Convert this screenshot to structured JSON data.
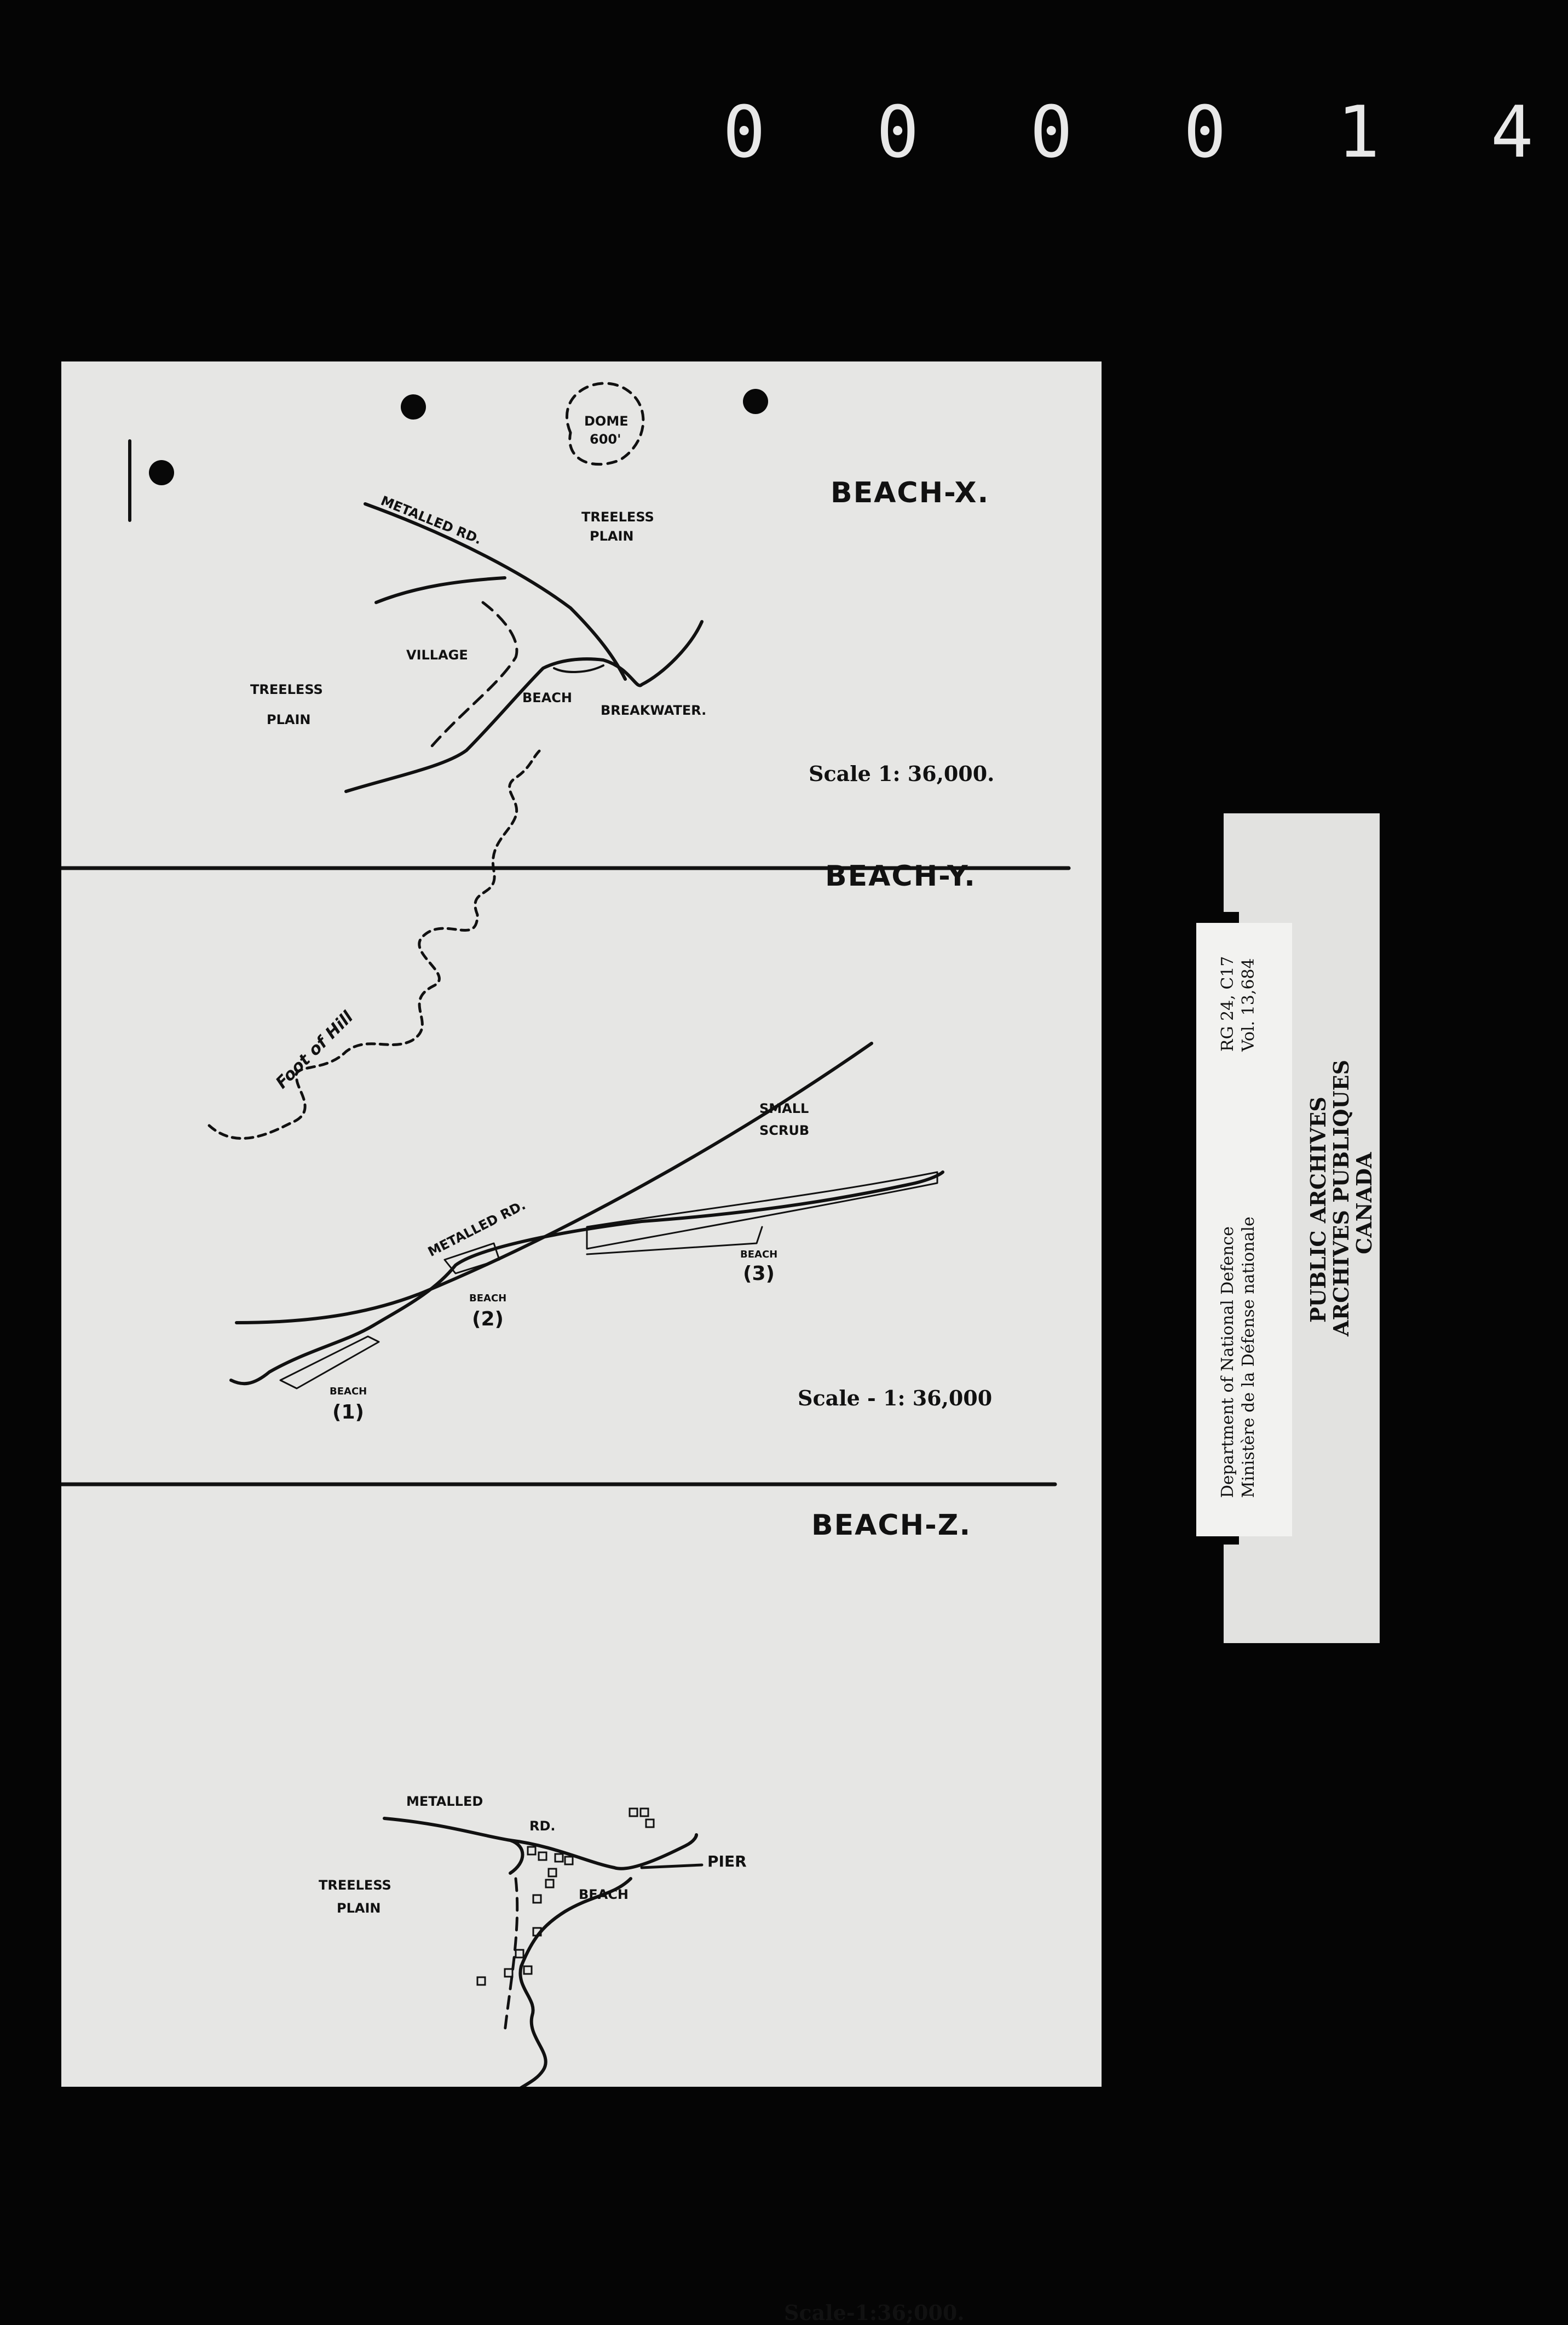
{
  "frame_number": "0 0 0 0 1 4",
  "maps": {
    "x": {
      "title": "BEACH-X.",
      "scale": "Scale 1: 36,000.",
      "labels": {
        "dome": "DOME",
        "dome_height": "600'",
        "metalled_rd": "METALLED RD.",
        "treeless_plain_ne_1": "TREELESS",
        "treeless_plain_ne_2": "PLAIN",
        "village": "VILLAGE",
        "treeless_plain_w_1": "TREELESS",
        "treeless_plain_w_2": "PLAIN",
        "beach": "BEACH",
        "breakwater": "BREAKWATER."
      }
    },
    "y": {
      "title": "BEACH-Y.",
      "scale": "Scale - 1: 36,000",
      "labels": {
        "foot_of_hill": "Foot of Hill",
        "small_scrub_1": "SMALL",
        "small_scrub_2": "SCRUB",
        "metalled_rd": "METALLED RD.",
        "beach_1": "BEACH",
        "beach_1_num": "(1)",
        "beach_2": "BEACH",
        "beach_2_num": "(2)",
        "beach_3": "BEACH",
        "beach_3_num": "(3)"
      }
    },
    "z": {
      "title": "BEACH-Z.",
      "scale": "Scale-1:36;000.",
      "labels": {
        "metalled_rd_1": "METALLED",
        "metalled_rd_2": "RD.",
        "pier": "PIER",
        "treeless_plain_1": "TREELESS",
        "treeless_plain_2": "PLAIN",
        "beach": "BEACH"
      }
    }
  },
  "archive_tab": {
    "ref_line_1": "RG 24, C17",
    "ref_line_2": "Vol. 13,684",
    "dept_line_1": "Department of National Defence",
    "dept_line_2": "Ministère de la Défense nationale",
    "archives_line_1": "PUBLIC ARCHIVES",
    "archives_line_2": "ARCHIVES PUBLIQUES",
    "archives_line_3": "CANADA"
  }
}
